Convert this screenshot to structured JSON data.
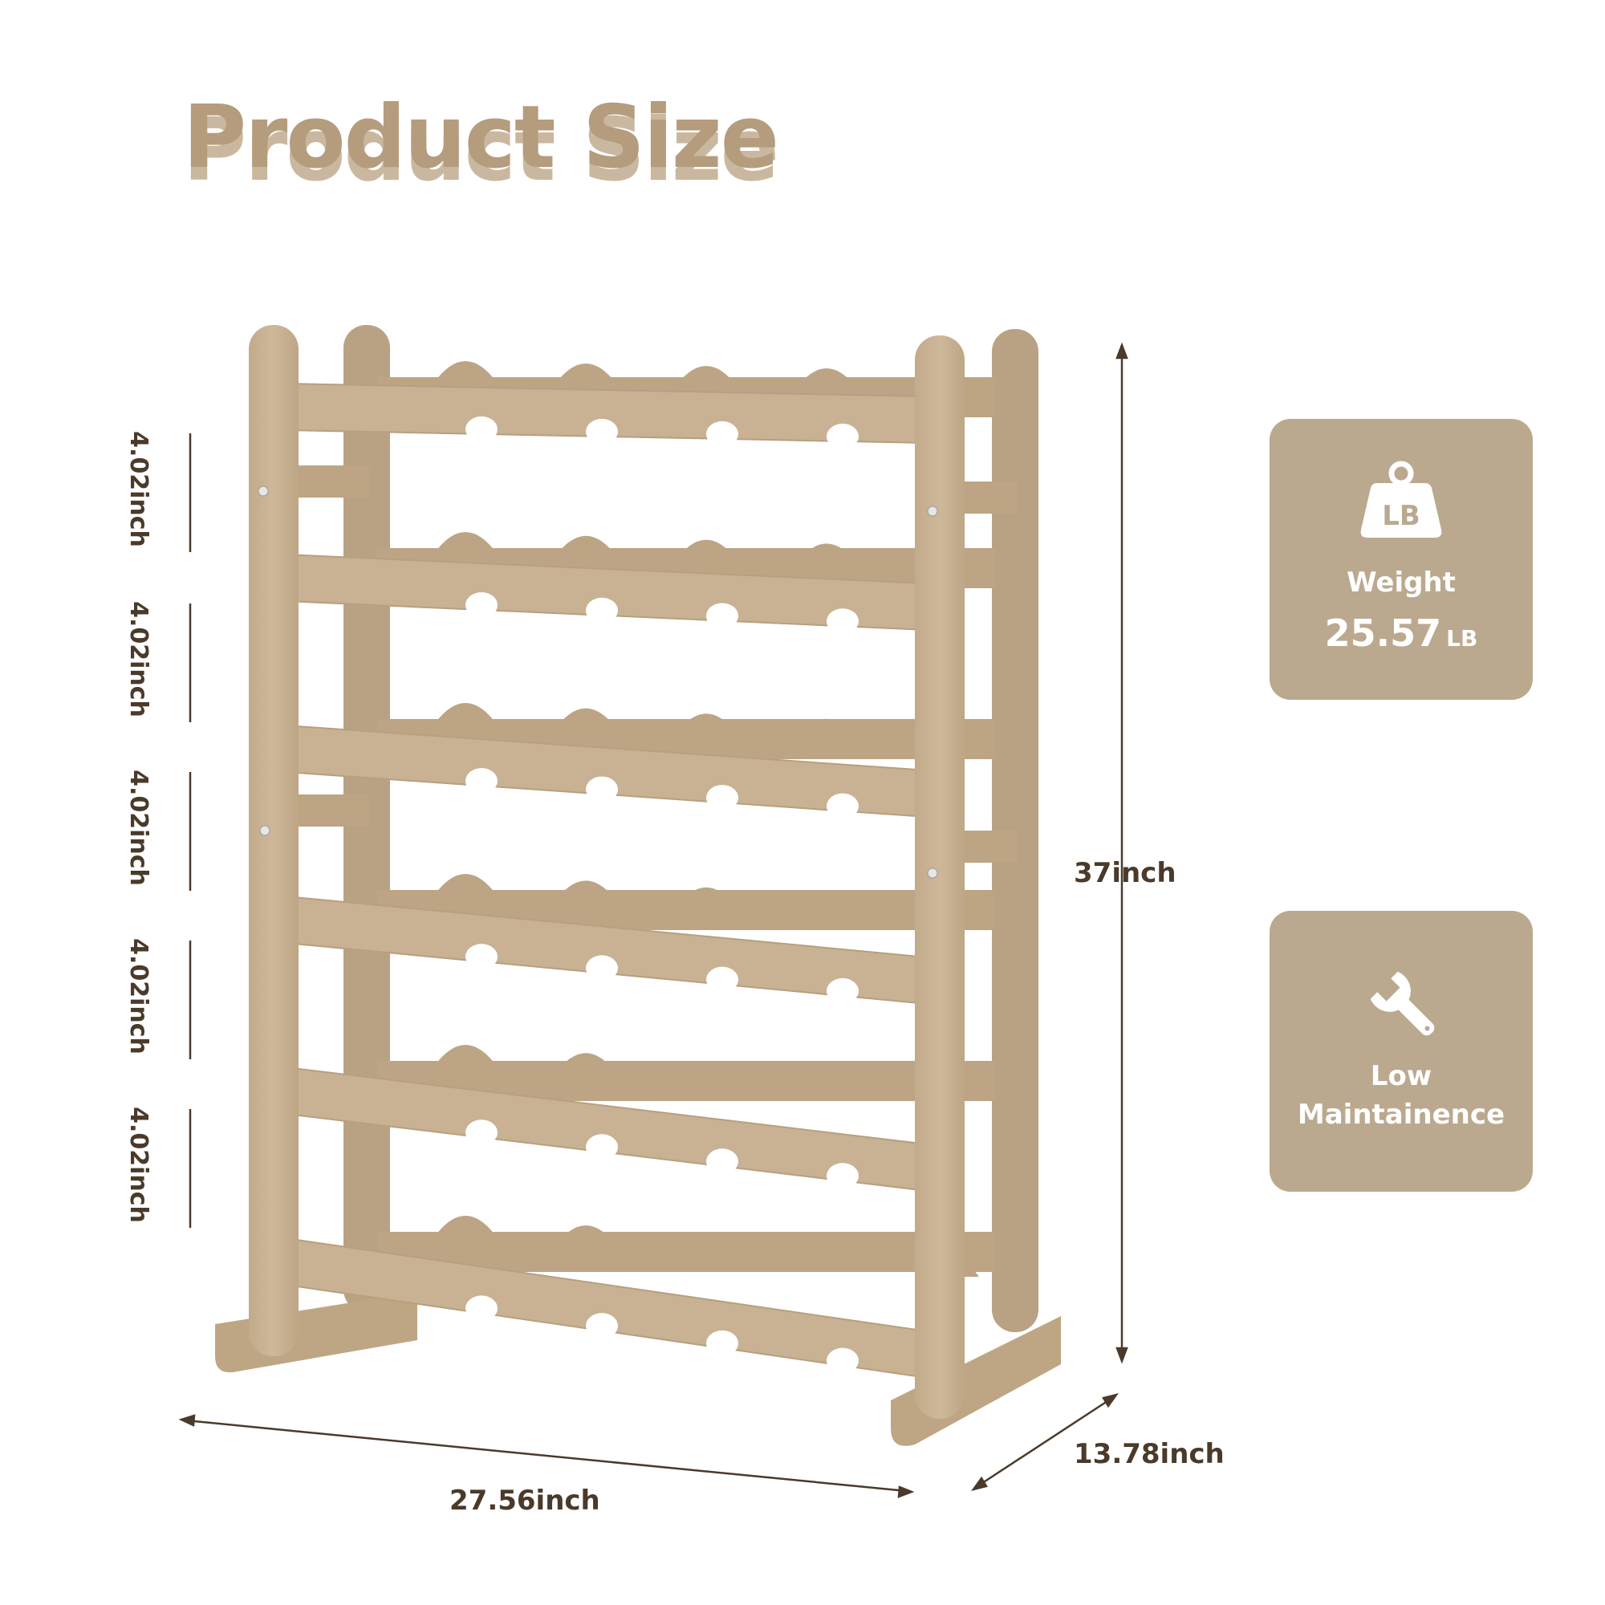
{
  "title": "Product Size",
  "dimensions": {
    "height": "37inch",
    "width": "27.56inch",
    "depth": "13.78inch",
    "shelf_gaps": [
      "4.02inch",
      "4.02inch",
      "4.02inch",
      "4.02inch",
      "4.02inch"
    ]
  },
  "features": {
    "weight": {
      "icon": "weight-lb-icon",
      "label": "Weight",
      "value": "25.57",
      "unit": "LB",
      "icon_text": "LB"
    },
    "maintenance": {
      "icon": "wrench-icon",
      "label_line1": "Low",
      "label_line2": "Maintainence"
    }
  },
  "colors": {
    "title": "#b49c7d",
    "card_bg": "#bba98f",
    "rack_wood": "#c8b293",
    "dim_text": "#4a3a2a"
  }
}
